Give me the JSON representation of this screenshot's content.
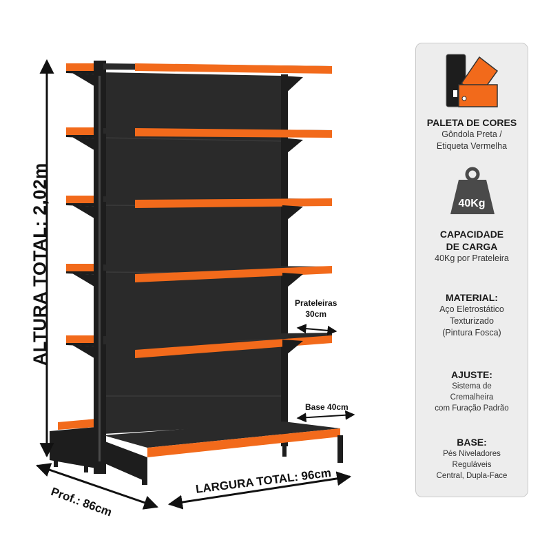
{
  "dimensions": {
    "altura": "ALTURA TOTAL: 2,02m",
    "profundidade": "Prof.: 86cm",
    "largura": "LARGURA TOTAL: 96cm",
    "prateleiras_line1": "Prateleiras",
    "prateleiras_line2": "30cm",
    "base": "Base 40cm"
  },
  "colors": {
    "shelf_orange": "#f26a1b",
    "frame_black": "#1d1d1d",
    "panel_bg": "#ededed"
  },
  "specs": {
    "paleta": {
      "icon": "color-palette-icon",
      "title": "PALETA DE CORES",
      "line1": "Gôndola Preta /",
      "line2": "Etiqueta Vermelha"
    },
    "carga": {
      "icon": "weight-icon",
      "badge": "40Kg",
      "title1": "CAPACIDADE",
      "title2": "DE CARGA",
      "line1": "40Kg por Prateleira"
    },
    "material": {
      "title": "MATERIAL:",
      "line1": "Aço Eletrostático",
      "line2": "Texturizado",
      "line3": "(Pintura Fosca)"
    },
    "ajuste": {
      "title": "AJUSTE:",
      "line1": "Sistema de",
      "line2": "Cremalheira",
      "line3": "com Furação Padrão"
    },
    "base": {
      "title": "BASE:",
      "line1": "Pés Niveladores",
      "line2": "Reguláveis",
      "line3": "Central, Dupla-Face"
    }
  }
}
